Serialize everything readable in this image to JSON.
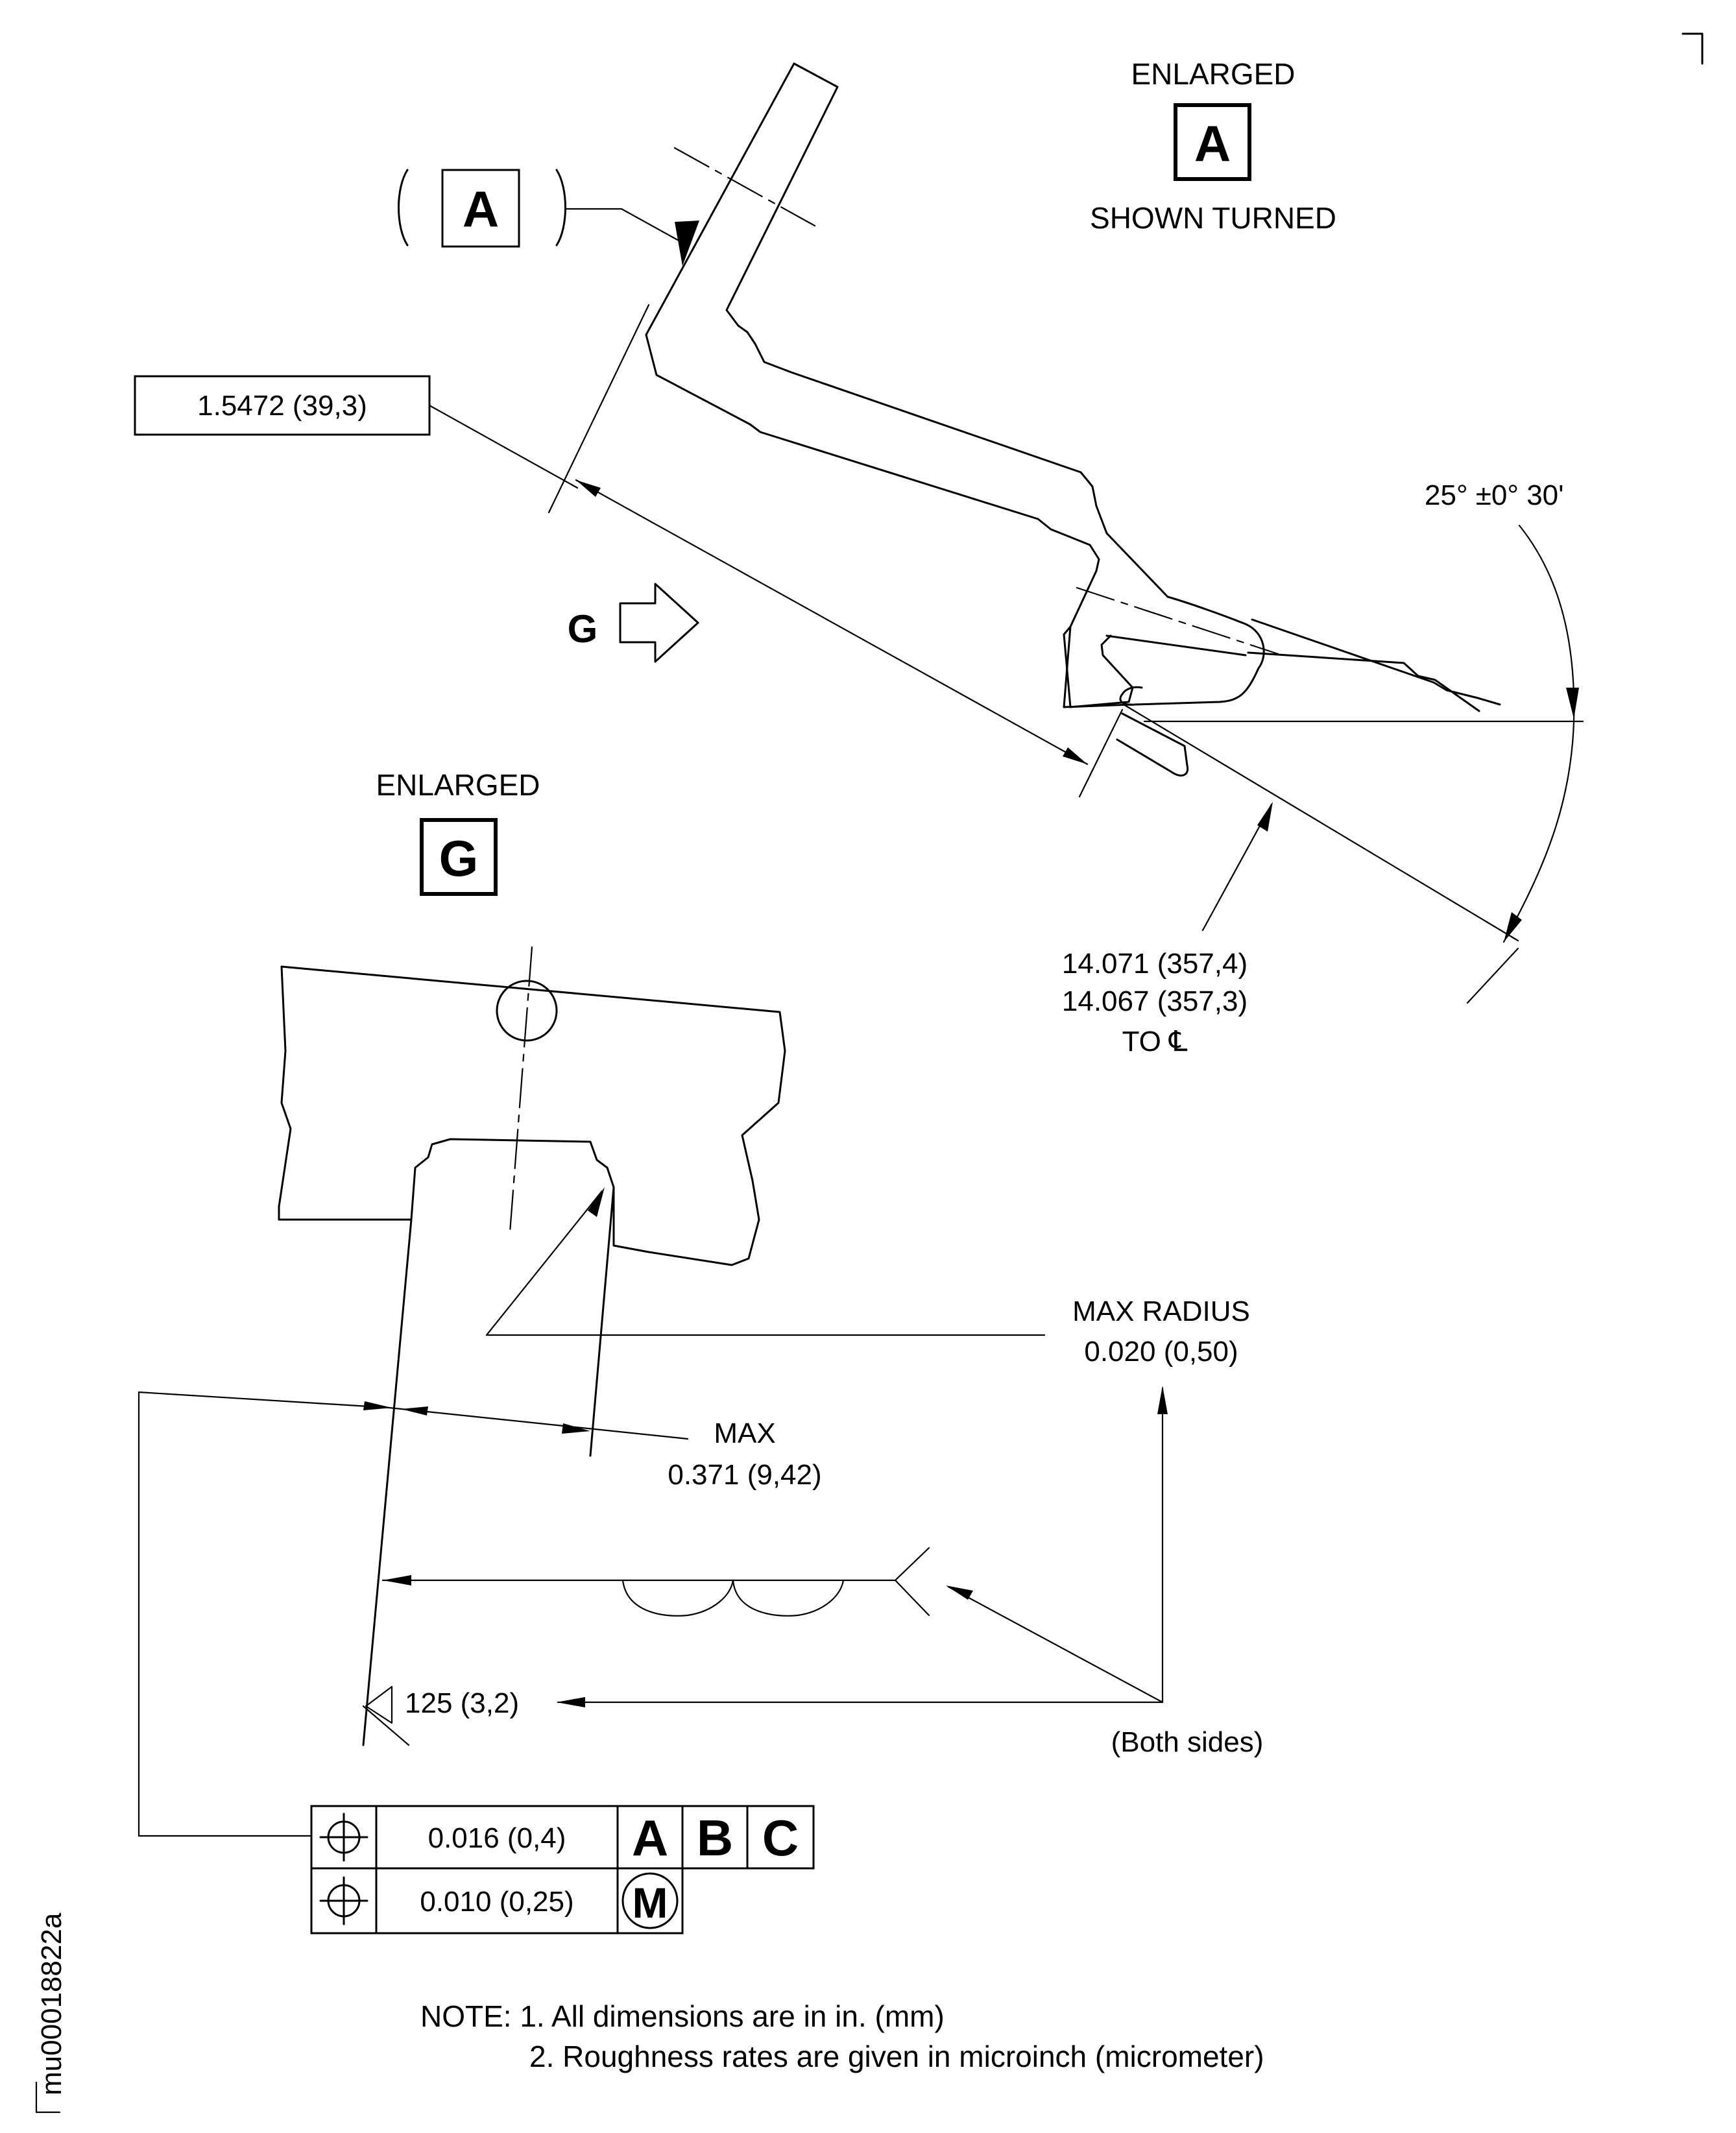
{
  "view_a": {
    "heading": "ENLARGED",
    "letter": "A",
    "subheading": "SHOWN TURNED"
  },
  "datum_ref": {
    "letter": "A"
  },
  "dims": {
    "length_box": "1.5472 (39,3)",
    "angle": "25° ±0° 30'",
    "radius_line1": "14.071  (357,4)",
    "radius_line2": "14.067 (357,3)",
    "radius_line3": "TO ℄"
  },
  "view_g_arrow": {
    "letter": "G"
  },
  "view_g": {
    "heading": "ENLARGED",
    "letter": "G",
    "max_radius_label": "MAX RADIUS",
    "max_radius_value": "0.020 (0,50)",
    "max_label": "MAX",
    "max_value": "0.371 (9,42)",
    "roughness": "125 (3,2)",
    "both_sides": "(Both sides)"
  },
  "fcf": {
    "row1_tol": "0.016 (0,4)",
    "datum1": "A",
    "datum2": "B",
    "datum3": "C",
    "row2_tol": "0.010 (0,25)",
    "modifier": "M"
  },
  "notes": {
    "line1": "NOTE: 1. All dimensions are in in. (mm)",
    "line2": "2. Roughness rates are given in microinch (micrometer)"
  },
  "figure_id": "mu00018822a"
}
